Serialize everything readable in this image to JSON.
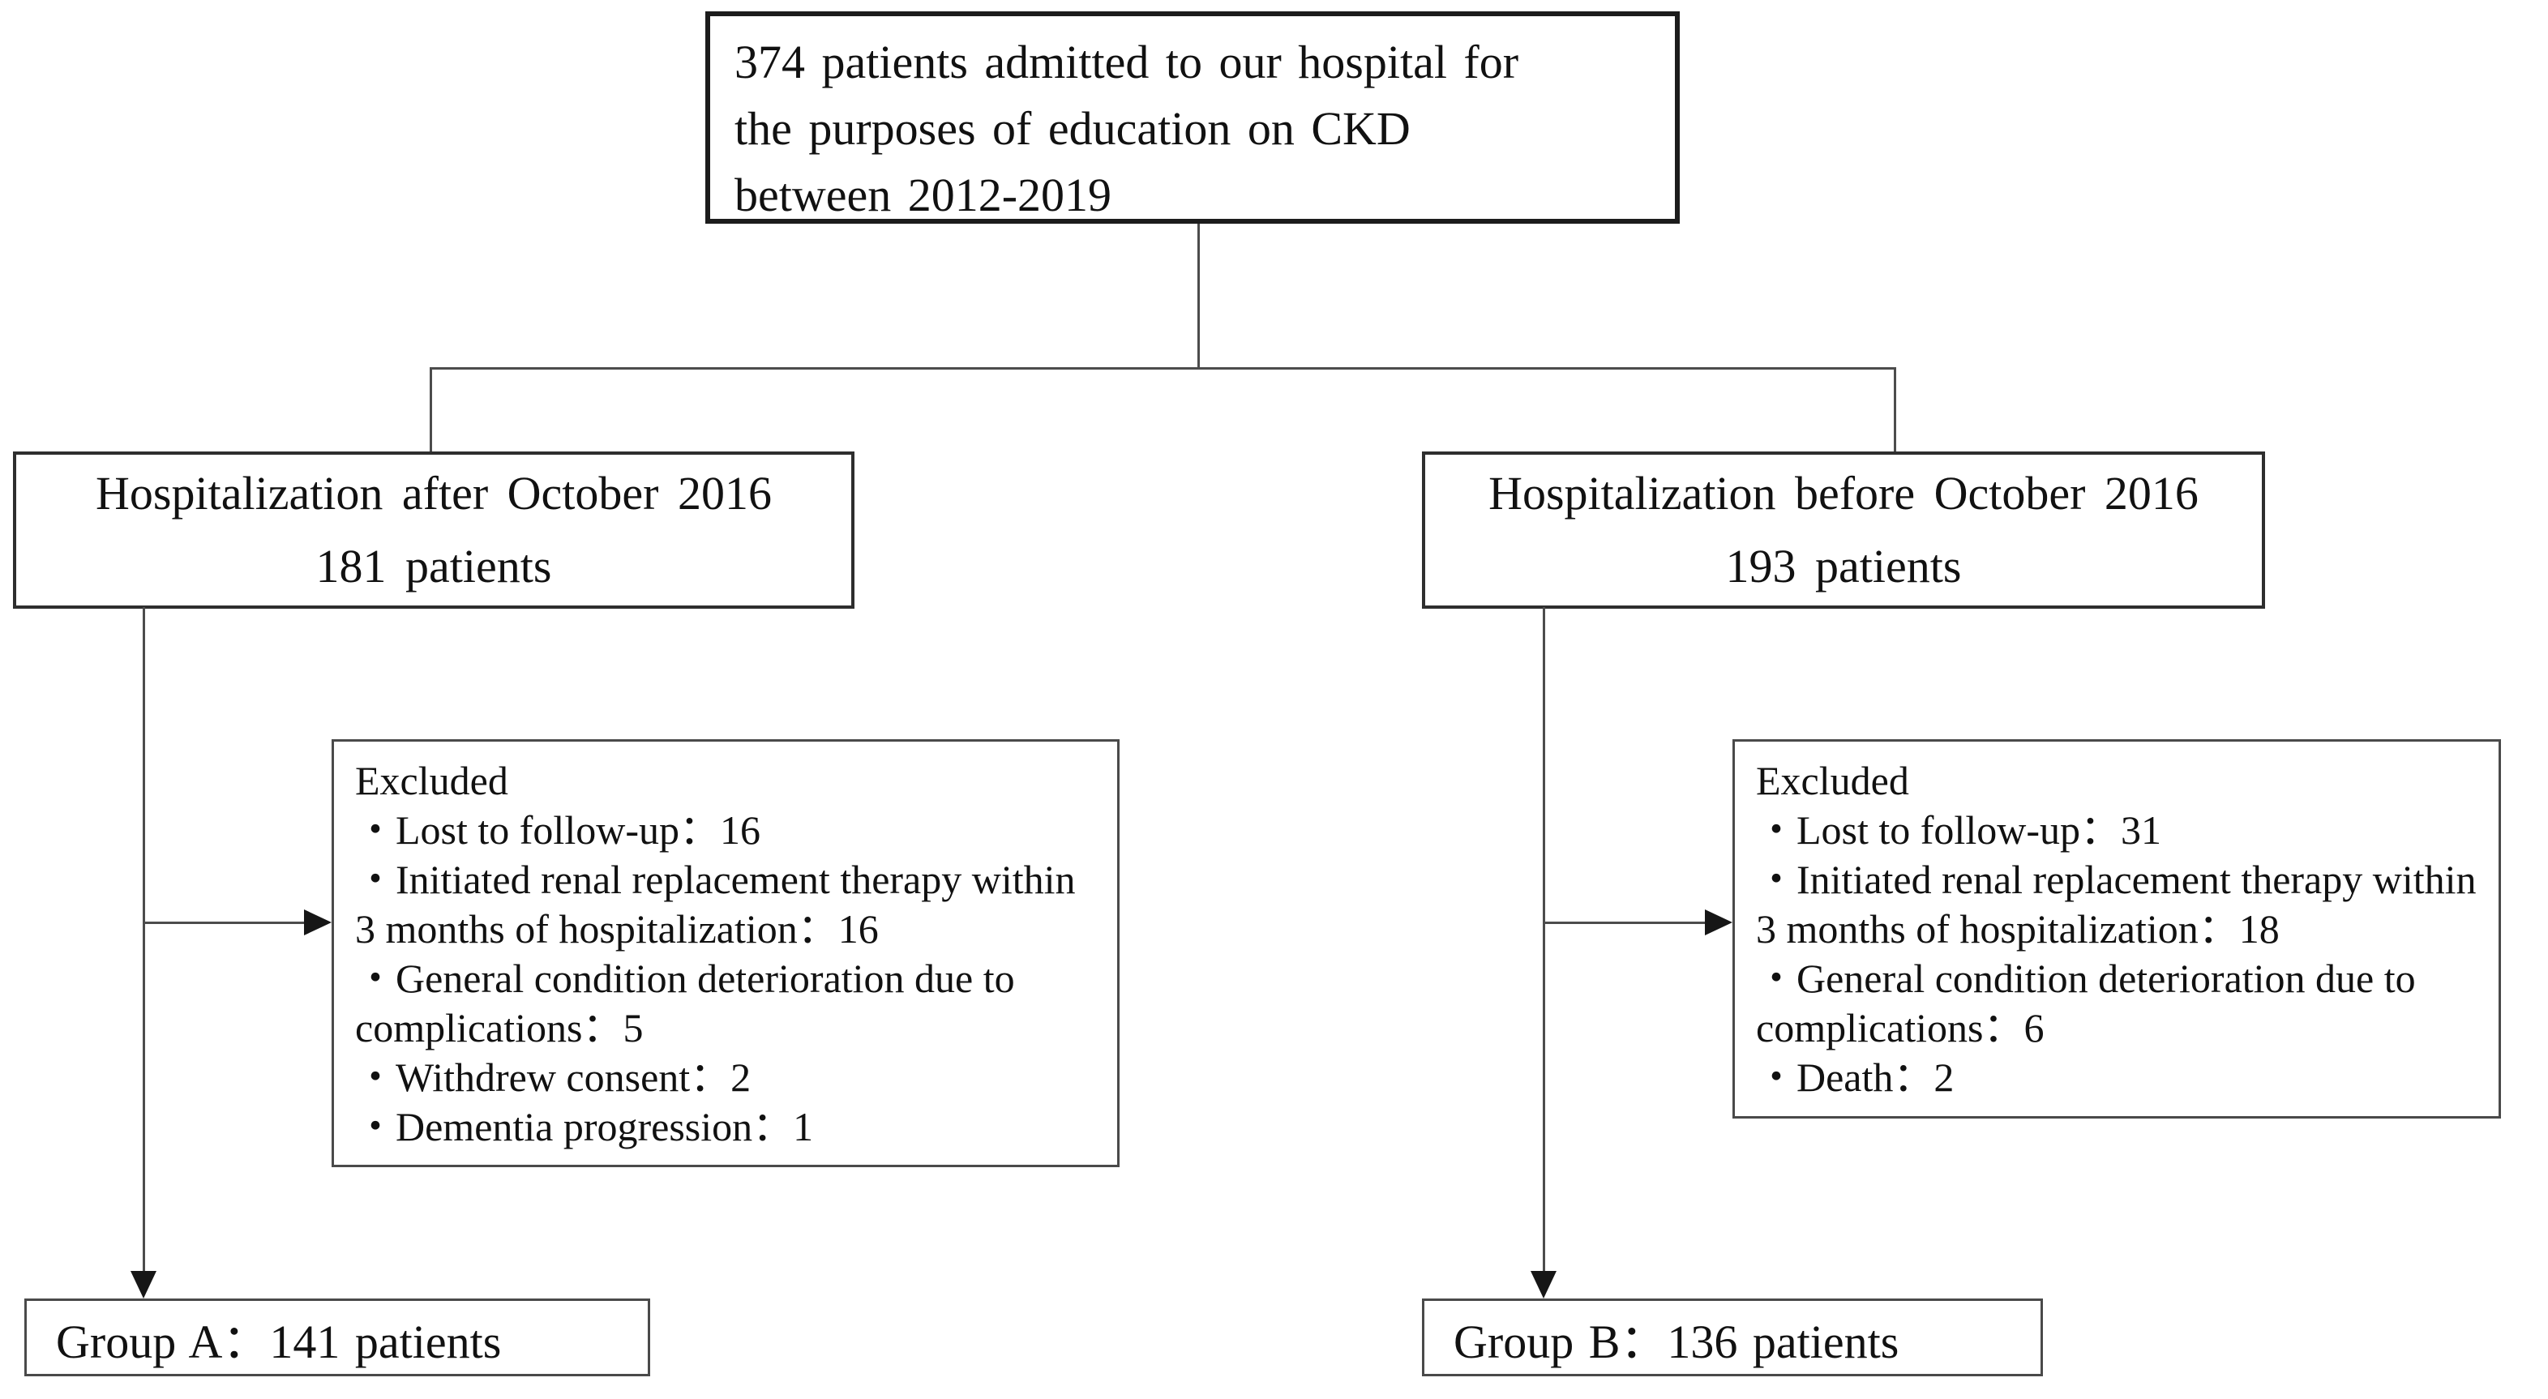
{
  "colors": {
    "background": "#ffffff",
    "text": "#111111",
    "box_border": "#2e2e2e",
    "connector_line": "#4c4c4c",
    "arrowhead": "#161616"
  },
  "flowchart": {
    "top_box": {
      "lines": [
        "374 patients admitted to our hospital for",
        "the purposes of education on CKD",
        "between 2012-2019"
      ]
    },
    "branch_after": {
      "title": "Hospitalization after October 2016",
      "count_line": "181 patients"
    },
    "branch_before": {
      "title": "Hospitalization before October 2016",
      "count_line": "193 patients"
    },
    "excluded_after": {
      "lines": [
        "Excluded",
        "・Lost to follow-up：16",
        "・Initiated renal replacement therapy within",
        "3 months of hospitalization：16",
        "・General condition deterioration due to",
        "complications：5",
        "・Withdrew consent：2",
        "・Dementia progression：1"
      ]
    },
    "excluded_before": {
      "lines": [
        "Excluded",
        "・Lost to follow-up：31",
        "・Initiated renal replacement therapy within",
        "3 months of hospitalization：18",
        "・General condition deterioration due to",
        "complications：6",
        "・Death：2"
      ]
    },
    "group_a": {
      "label": "Group A：141 patients"
    },
    "group_b": {
      "label": "Group B：136 patients"
    }
  }
}
